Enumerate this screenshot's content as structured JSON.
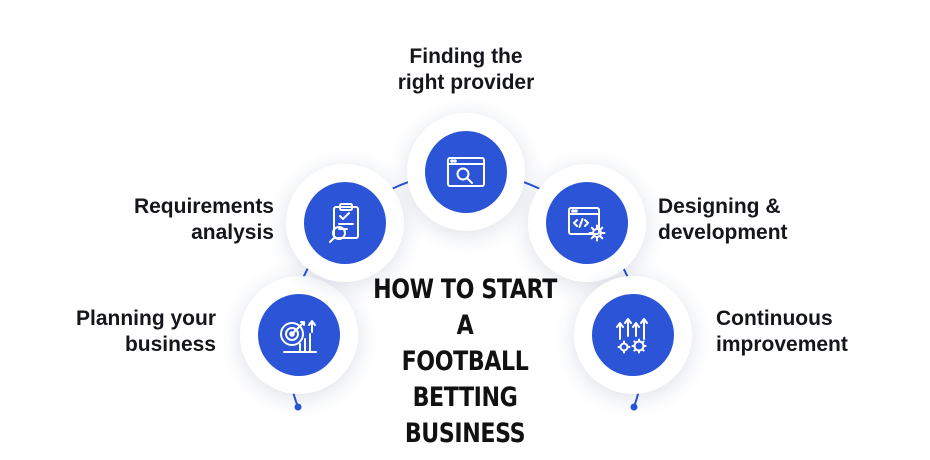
{
  "title_lines": [
    "HOW TO START A",
    "FOOTBALL BETTING",
    "BUSINESS"
  ],
  "accent_color": "#2b55d6",
  "steps": [
    {
      "id": "planning",
      "label_lines": [
        "Planning your",
        "business"
      ],
      "icon": "target-growth-icon"
    },
    {
      "id": "requirements",
      "label_lines": [
        "Requirements",
        "analysis"
      ],
      "icon": "clipboard-search-icon"
    },
    {
      "id": "provider",
      "label_lines": [
        "Finding the",
        "right provider"
      ],
      "icon": "browser-search-icon"
    },
    {
      "id": "design",
      "label_lines": [
        "Designing &",
        "development"
      ],
      "icon": "code-window-gear-icon"
    },
    {
      "id": "improvement",
      "label_lines": [
        "Continuous",
        "improvement"
      ],
      "icon": "gears-arrows-icon"
    }
  ]
}
